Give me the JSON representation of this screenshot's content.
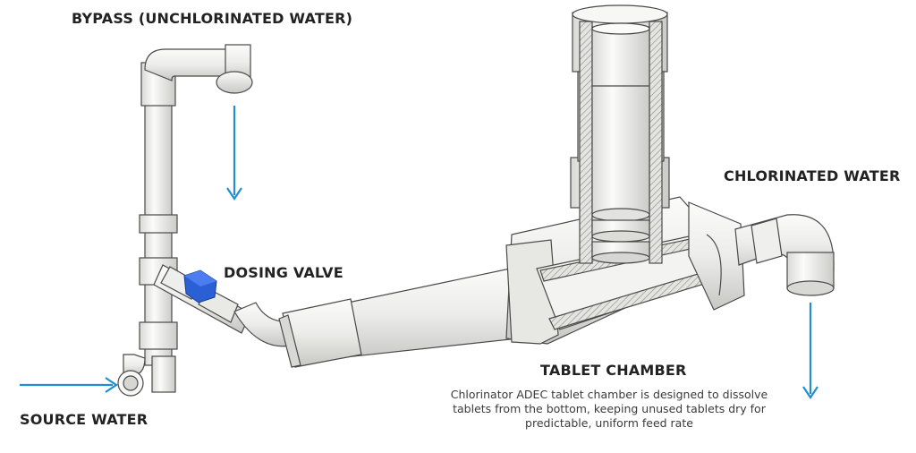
{
  "labels": {
    "bypass": "BYPASS (UNCHLORINATED WATER)",
    "dosing_valve": "DOSING VALVE",
    "chlorinated_water": "CHLORINATED WATER",
    "tablet_chamber": "TABLET CHAMBER",
    "source_water": "SOURCE WATER"
  },
  "description": {
    "line1": "Chlorinator ADEC tablet chamber is designed to dissolve",
    "line2": "tablets from the bottom, keeping unused tablets dry for",
    "line3": "predictable, uniform feed rate"
  },
  "colors": {
    "arrow": "#1f8fd1",
    "valve_handle": "#2a5fd6",
    "pipe": "#f2f2f0",
    "pipe_shade": "#cfcfcc",
    "section": "#bdbdb8"
  }
}
